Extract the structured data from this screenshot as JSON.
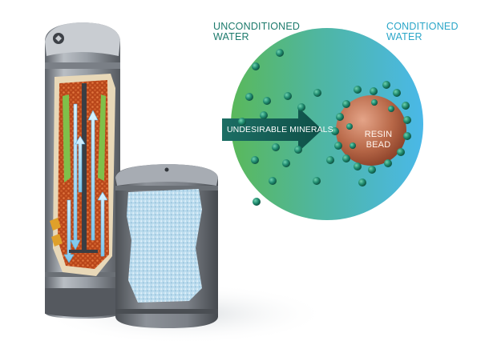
{
  "labels": {
    "unconditioned": [
      "UNCONDITIONED",
      "WATER"
    ],
    "conditioned": [
      "CONDITIONED",
      "WATER"
    ],
    "arrow": "UNDESIRABLE MINERALS",
    "bead": [
      "RESIN",
      "BEAD"
    ]
  },
  "colors": {
    "circle_left": "#5ab85a",
    "circle_right": "#4ab8e8",
    "mineral": "#1f8a6e",
    "arrow": "#17605a",
    "resin_bead": "#b06040",
    "unconditioned_text": "#1c7a6c",
    "conditioned_text": "#2aa6c8",
    "resin_fill": "#c8501e",
    "brine_salt": "#a8cfe6",
    "tank_gray": "#8a8f96"
  },
  "icons": [
    "logo-icon",
    "flow-arrow-icon"
  ]
}
